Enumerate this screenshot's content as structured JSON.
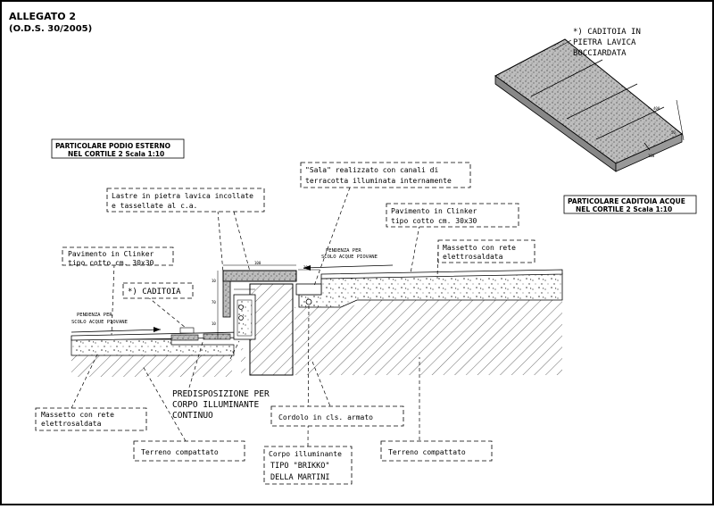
{
  "header": {
    "title": "ALLEGATO 2",
    "subtitle": "(O.D.S. 30/2005)"
  },
  "titles": {
    "podio_line1": "PARTICOLARE PODIO ESTERNO",
    "podio_line2": "NEL CORTILE 2 Scala 1:10",
    "caditoia_line1": "PARTICOLARE CADITOIA ACQUE",
    "caditoia_line2": "NEL CORTILE 2 Scala 1:10"
  },
  "iso": {
    "line1": "*) CADITOIA IN",
    "line2": "PIETRA LAVICA",
    "line3": "BOCCIARDATA"
  },
  "labels": {
    "sala_line1": "\"Sala\" realizzato con canali di",
    "sala_line2": "terracotta illuminata internamente",
    "lastre_line1": "Lastre in pietra lavica incollate",
    "lastre_line2": "e tassellate al c.a.",
    "pav_right_line1": "Pavimento in Clinker",
    "pav_right_line2": "tipo cotto cm. 30x30",
    "pav_left_line1": "Pavimento in Clinker",
    "pav_left_line2": "tipo cotto cm. 30x30",
    "massetto_right_line1": "Massetto con rete",
    "massetto_right_line2": "elettrosaldata",
    "caditoia_tag": "*) CADITOIA",
    "pendenza_right_line1": "PENDENZA PER",
    "pendenza_right_line2": "SCOLO ACQUE PIOVANE",
    "pendenza_left_line1": "PENDENZA PER",
    "pendenza_left_line2": "SCOLO ACQUE PIOVANE",
    "predisp_line1": "PREDISPOSIZIONE PER",
    "predisp_line2": "CORPO ILLUMINANTE",
    "predisp_line3": "CONTINUO",
    "massetto_left_line1": "Massetto  con rete",
    "massetto_left_line2": "elettrosaldata",
    "cordolo": "Cordolo in cls. armato",
    "terreno_left": "Terreno compattato",
    "terreno_right": "Terreno compattato",
    "corpo_line1": "Corpo illuminante",
    "corpo_line2": "TIPO \"BRIKKO\"",
    "corpo_line3": "DELLA MARTINI"
  }
}
